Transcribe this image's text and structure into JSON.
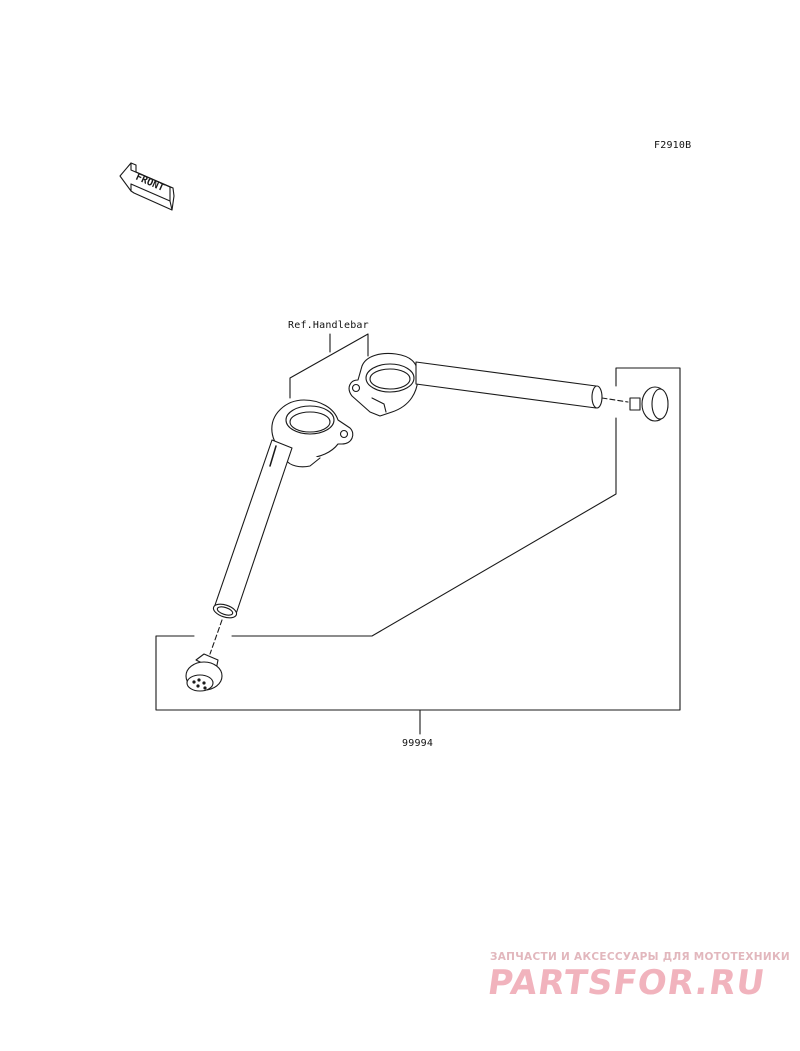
{
  "diagram": {
    "figure_code": "F2910B",
    "front_arrow_label": "FRONT",
    "reference_label": "Ref.Handlebar",
    "part_number": "99994"
  },
  "watermark": {
    "tagline": "ЗАПЧАСТИ И АКСЕССУАРЫ ДЛЯ МОТОТЕХНИКИ",
    "logo": "PARTSFOR.RU",
    "color": "#f1b3bd"
  },
  "colors": {
    "line": "#1a1a1a",
    "background": "#ffffff"
  }
}
